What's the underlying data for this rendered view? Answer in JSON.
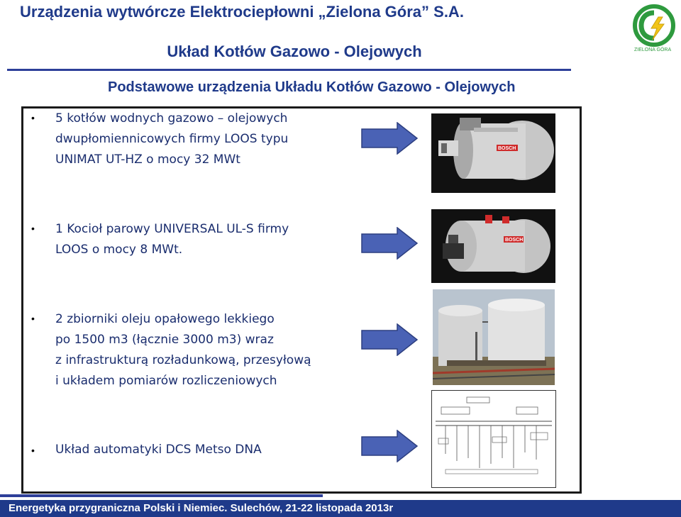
{
  "header": {
    "company": "Urządzenia wytwórcze Elektrociepłowni „Zielona Góra” S.A.",
    "title": "Układ Kotłów Gazowo - Olejowych",
    "subtitle": "Podstawowe urządzenia Układu Kotłów Gazowo - Olejowych"
  },
  "logo": {
    "icon": "ec-zielona-gora-logo",
    "colors": {
      "green": "#2e9a3e",
      "yellow": "#f2c418"
    }
  },
  "items": [
    {
      "text": "5 kotłów wodnych gazowo – olejowych\ndwupłomiennicowych firmy LOOS typu\nUNIMAT UT-HZ o mocy 32 MWt",
      "image": "boiler-photo",
      "brand": "BOSCH"
    },
    {
      "text": "1 Kocioł parowy UNIVERSAL UL-S  firmy\nLOOS   o mocy 8 MWt.",
      "image": "steam-boiler-photo",
      "brand": "BOSCH"
    },
    {
      "text": "2 zbiorniki oleju opałowego lekkiego\npo 1500 m3 (łącznie 3000 m3) wraz\nz infrastrukturą rozładunkową, przesyłową\ni układem pomiarów rozliczeniowych",
      "image": "oil-tanks-photo"
    },
    {
      "text": "Układ automatyki DCS Metso DNA",
      "image": "dcs-diagram"
    }
  ],
  "footer": {
    "text": "Energetyka przygraniczna Polski i Niemiec. Sulechów, 21-22 listopada 2013r"
  },
  "colors": {
    "title": "#1f3a8a",
    "arrow": "#4a62b5",
    "footer_bg": "#1f3a8a",
    "text": "#1a2d6e"
  }
}
